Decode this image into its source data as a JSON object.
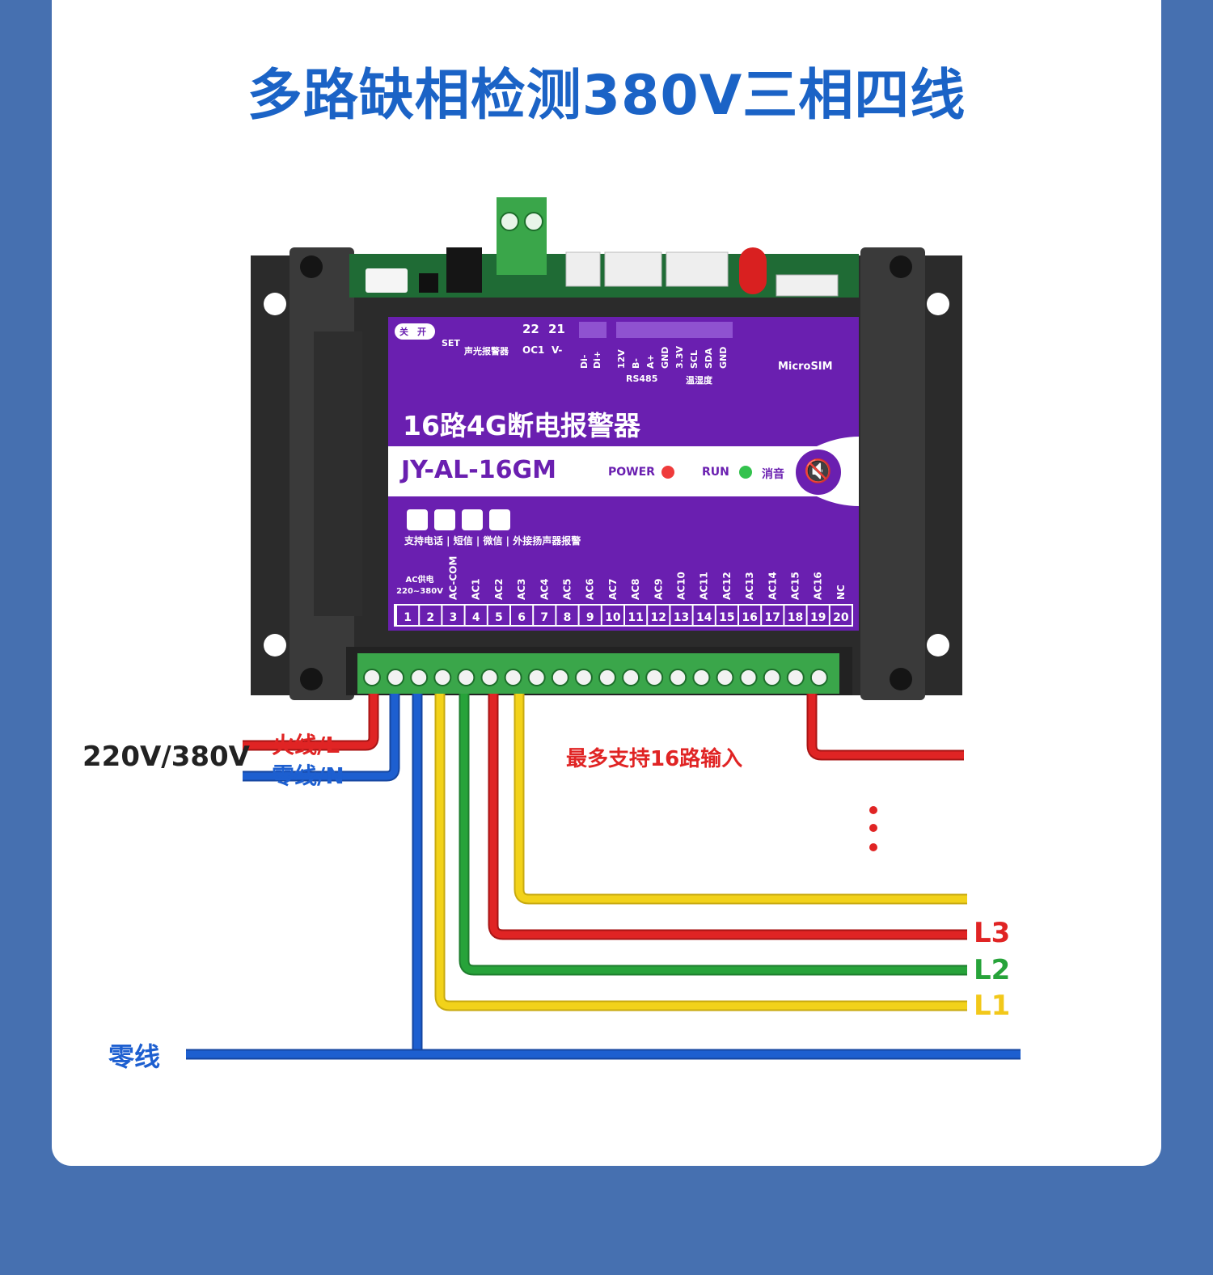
{
  "title": "多路缺相检测380V三相四线",
  "device": {
    "name": "16路4G断电报警器",
    "model": "JY-AL-16GM",
    "top_labels": {
      "toggle_off": "关",
      "toggle_on": "开",
      "set": "SET",
      "alarm_light": "声光报警器",
      "oc1": "OC1",
      "vminus": "V-",
      "t22": "22",
      "t21": "21",
      "microsim": "MicroSIM",
      "rs485": "RS485",
      "temp": "温湿度",
      "pins": [
        "Di-",
        "Di+",
        "12V",
        "B-",
        "A+",
        "GND",
        "3.3V",
        "SCL",
        "SDA",
        "GND"
      ]
    },
    "power": "POWER",
    "run": "RUN",
    "mute": "消音",
    "features": "支持电话 | 短信 | 微信 | 外接扬声器报警",
    "terminals": [
      "AC供电\n220~380V",
      "AC-COM",
      "AC1",
      "AC2",
      "AC3",
      "AC4",
      "AC5",
      "AC6",
      "AC7",
      "AC8",
      "AC9",
      "AC10",
      "AC11",
      "AC12",
      "AC13",
      "AC14",
      "AC15",
      "AC16",
      "NC"
    ],
    "terminal_numbers": [
      "1",
      "2",
      "3",
      "4",
      "5",
      "6",
      "7",
      "8",
      "9",
      "10",
      "11",
      "12",
      "13",
      "14",
      "15",
      "16",
      "17",
      "18",
      "19",
      "20"
    ]
  },
  "wiring": {
    "supply": "220V/380V",
    "live": "火线/L",
    "neutral": "零线/N",
    "max_inputs": "最多支持16路输入",
    "l3": "L3",
    "l2": "L2",
    "l1": "L1",
    "neutral_bus": "零线"
  },
  "colors": {
    "title": "#1b63c6",
    "purple": "#6a1fb0",
    "red": "#e02424",
    "green": "#27a33a",
    "yellow": "#f2d21a",
    "blue": "#1d5fd0"
  }
}
